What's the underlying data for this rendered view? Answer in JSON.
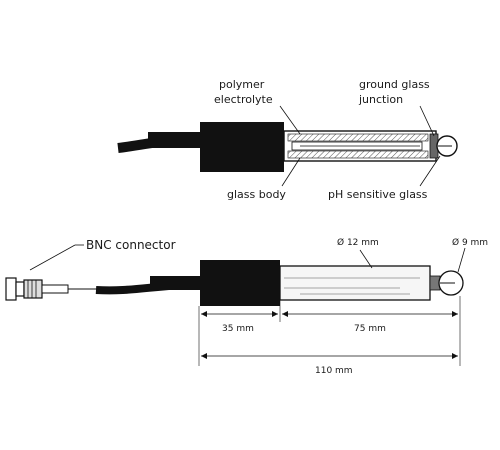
{
  "top_probe": {
    "labels": {
      "polymer_line1": "polymer",
      "polymer_line2": "electrolyte",
      "ground_line1": "ground glass",
      "ground_line2": "junction",
      "glass_body": "glass body",
      "ph_glass": "pH sensitive glass"
    }
  },
  "bottom_probe": {
    "labels": {
      "bnc": "BNC connector",
      "diameter_body": "Ø 12 mm",
      "diameter_tip": "Ø 9 mm"
    },
    "dimensions": {
      "cap_length": "35 mm",
      "glass_length": "75 mm",
      "total_length": "110 mm"
    }
  },
  "colors": {
    "ink": "#1a1a1a",
    "cap": "#111111",
    "glass_fill": "#f2f2f2",
    "hatch": "#555555"
  }
}
